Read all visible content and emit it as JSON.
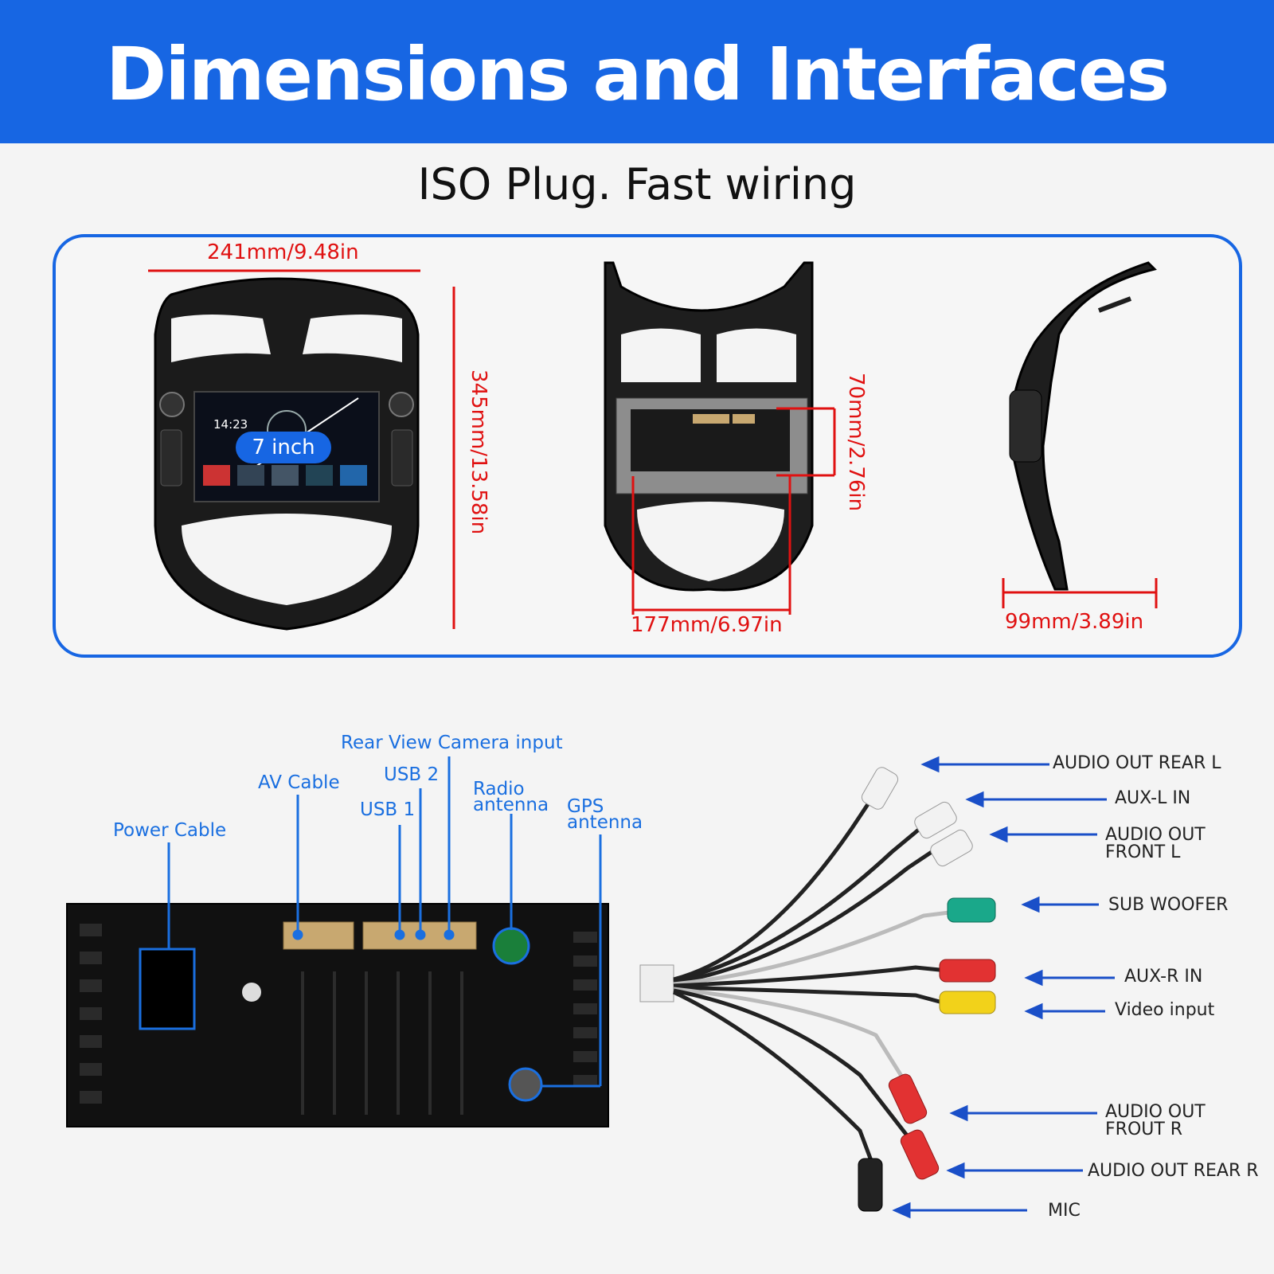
{
  "header": {
    "title": "Dimensions and Interfaces"
  },
  "subtitle": "ISO Plug. Fast wiring",
  "dimensions": {
    "width": "241mm/9.48in",
    "height": "345mm/13.58in",
    "rear_width": "177mm/6.97in",
    "rear_height": "70mm/2.76in",
    "depth": "99mm/3.89in",
    "screen_badge": "7 inch",
    "screen_clock": "14:23"
  },
  "interfaces": {
    "power_cable": "Power Cable",
    "av_cable": "AV Cable",
    "usb1": "USB 1",
    "usb2": "USB 2",
    "rear_camera": "Rear View Camera input",
    "radio_antenna_1": "Radio",
    "radio_antenna_2": "antenna",
    "gps_antenna_1": "GPS",
    "gps_antenna_2": "antenna"
  },
  "wires": {
    "audio_out_rear_l": "AUDIO OUT REAR L",
    "aux_l_in": "AUX-L IN",
    "audio_out_front_l_1": "AUDIO OUT",
    "audio_out_front_l_2": "FRONT L",
    "sub_woofer": "SUB WOOFER",
    "aux_r_in": "AUX-R IN",
    "video_input": "Video input",
    "audio_out_front_r_1": "AUDIO OUT",
    "audio_out_front_r_2": "FROUT R",
    "audio_out_rear_r": "AUDIO OUT REAR R",
    "mic": "MIC"
  },
  "colors": {
    "brand_blue": "#1766e3",
    "dimension_red": "#e01111",
    "rca_white": "#f2f2f2",
    "rca_green": "#1aa88a",
    "rca_red": "#e23232",
    "rca_yellow": "#f2d21a"
  }
}
